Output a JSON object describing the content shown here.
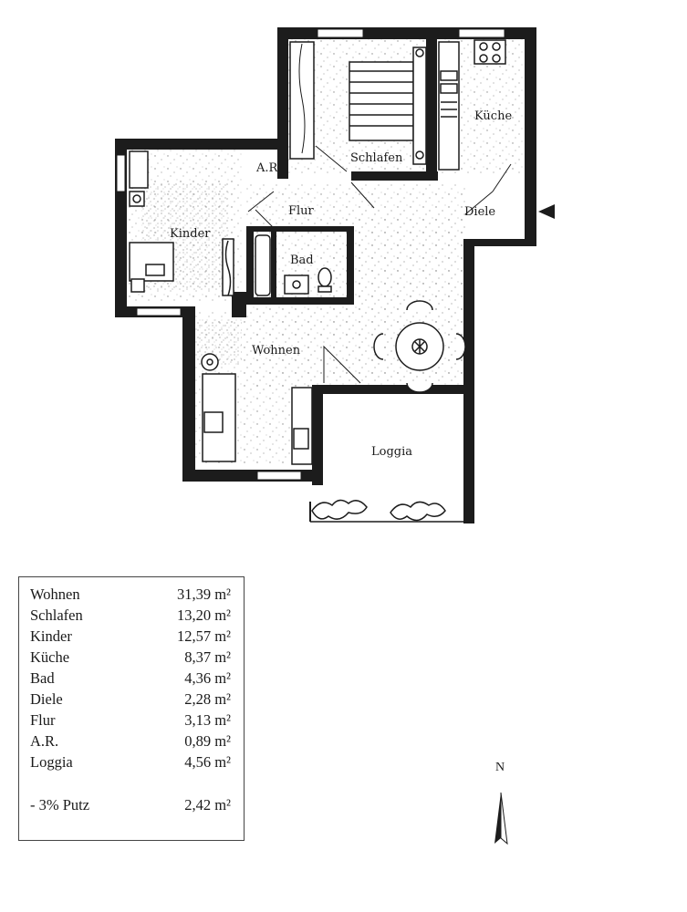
{
  "rooms": {
    "wohnen": "Wohnen",
    "schlafen": "Schlafen",
    "kinder": "Kinder",
    "kueche": "Küche",
    "bad": "Bad",
    "diele": "Diele",
    "flur": "Flur",
    "ar": "A.R.",
    "loggia": "Loggia"
  },
  "areas": [
    {
      "name": "Wohnen",
      "value": "31,39 m²"
    },
    {
      "name": "Schlafen",
      "value": "13,20 m²"
    },
    {
      "name": "Kinder",
      "value": "12,57 m²"
    },
    {
      "name": "Küche",
      "value": "8,37 m²"
    },
    {
      "name": "Bad",
      "value": "4,36 m²"
    },
    {
      "name": "Diele",
      "value": "2,28 m²"
    },
    {
      "name": "Flur",
      "value": "3,13 m²"
    },
    {
      "name": "A.R.",
      "value": "0,89 m²"
    },
    {
      "name": "Loggia",
      "value": "4,56 m²"
    }
  ],
  "deduction": {
    "name": "- 3% Putz",
    "value": "2,42 m²"
  },
  "north": "N",
  "colors": {
    "wall": "#1c1c1c",
    "floor_speckle": "#9a9a9a"
  }
}
